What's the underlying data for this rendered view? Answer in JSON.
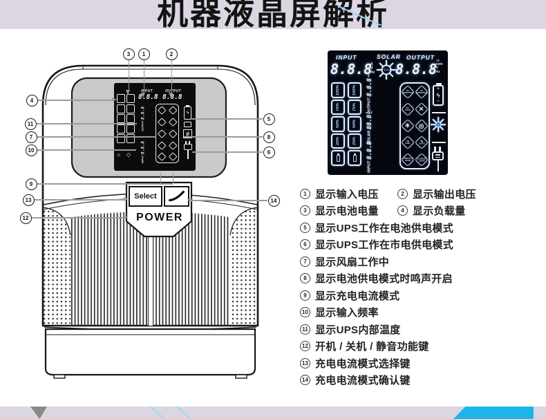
{
  "page": {
    "title": "机器液晶屏解析"
  },
  "colors": {
    "band": "#dcd6e3",
    "accent_cyan": "#1db4ea",
    "lcd_blue": "#4da3ff",
    "callout_gray": "#9b9b9b"
  },
  "device": {
    "select_label": "Select",
    "power_label": "POWER",
    "hash_label": "#",
    "callouts": {
      "top": [
        "3",
        "1",
        "2"
      ],
      "left": [
        "4",
        "11",
        "7",
        "10",
        "9",
        "13",
        "12"
      ],
      "right": [
        "5",
        "8",
        "6",
        "14"
      ]
    }
  },
  "lcd": {
    "input_label": "INPUT",
    "solar_label": "SOLAR",
    "output_label": "OUTPUT",
    "sun_text": "SUN",
    "digits": "8.8.8",
    "digits_mid": "88.8",
    "units_input": [
      "A",
      "V",
      "Hz"
    ],
    "units_output": [
      "°C",
      "kWh",
      "V",
      "Hz"
    ],
    "battery_levels": [
      "100%",
      "75%",
      "50%",
      "25%"
    ],
    "glyphs": {
      "bolt": "ϟ",
      "plus": "+",
      "minus": "−",
      "alarm": "☼",
      "tag": "◇"
    },
    "icons": [
      {
        "name": "pv-inverter",
        "lines": [
          "PV",
          "INVERTER"
        ]
      },
      {
        "name": "ac-inverter",
        "lines": [
          "AC",
          "INVERTER"
        ]
      },
      {
        "name": "bypass",
        "lines": [
          "BY",
          "PASS"
        ]
      },
      {
        "name": "mute",
        "glyph": "✕"
      },
      {
        "name": "fan",
        "glyph": "✳"
      },
      {
        "name": "buzzer",
        "glyph": "◎"
      },
      {
        "name": "on-line",
        "lines": [
          "ON",
          "LINE"
        ]
      },
      {
        "name": "auto",
        "glyph": "↻",
        "lines": [
          "AUTO"
        ]
      },
      {
        "name": "small-charge",
        "lines": [
          "(SMALL)",
          "CHAR"
        ]
      },
      {
        "name": "large-charge",
        "lines": [
          "(LARGE)",
          "CHAR"
        ]
      }
    ]
  },
  "legend": {
    "items": [
      {
        "n": "1",
        "text": "显示输入电压"
      },
      {
        "n": "2",
        "text": "显示输出电压"
      },
      {
        "n": "3",
        "text": "显示电池电量"
      },
      {
        "n": "4",
        "text": "显示负载量"
      },
      {
        "n": "5",
        "text": "显示UPS工作在电池供电模式"
      },
      {
        "n": "6",
        "text": "显示UPS工作在市电供电模式"
      },
      {
        "n": "7",
        "text": "显示风扇工作中"
      },
      {
        "n": "8",
        "text": "显示电池供电模式时鸣声开启"
      },
      {
        "n": "9",
        "text": "显示充电电流模式"
      },
      {
        "n": "10",
        "text": "显示输入频率"
      },
      {
        "n": "11",
        "text": "显示UPS内部温度"
      },
      {
        "n": "12",
        "text": "开机 / 关机 / 静音功能键"
      },
      {
        "n": "13",
        "text": "充电电流模式选择键"
      },
      {
        "n": "14",
        "text": "充电电流模式确认键"
      }
    ]
  }
}
